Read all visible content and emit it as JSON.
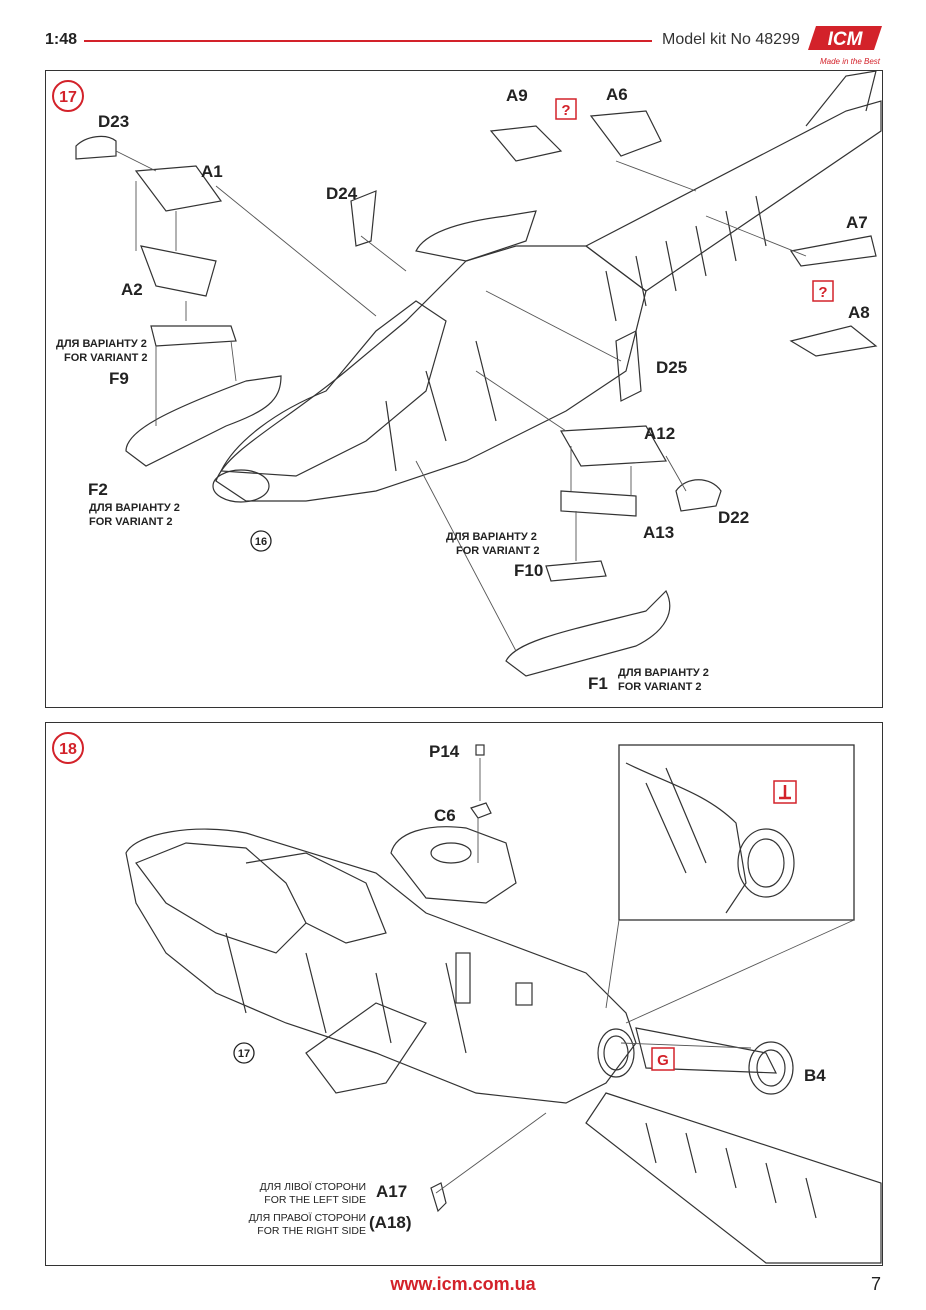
{
  "header": {
    "scale": "1:48",
    "kit_number": "Model kit No 48299",
    "logo_text": "ICM",
    "logo_tagline": "Made in the Best"
  },
  "steps": [
    {
      "number": "17",
      "ref_circle": "16",
      "labels": {
        "A9": "A9",
        "A6": "A6",
        "D23": "D23",
        "A1": "A1",
        "D24": "D24",
        "A2": "A2",
        "A7": "A7",
        "A8": "A8",
        "F9": "F9",
        "D25": "D25",
        "A12": "A12",
        "F2": "F2",
        "D22": "D22",
        "A13": "A13",
        "F10": "F10",
        "F1": "F1"
      },
      "question_mark": "?",
      "variant_ua": "ДЛЯ ВАРІАНТУ 2",
      "variant_en": "FOR VARIANT 2"
    },
    {
      "number": "18",
      "ref_circle": "17",
      "labels": {
        "P14": "P14",
        "C6": "C6",
        "B4": "B4",
        "A17": "A17",
        "A18": "(A18)"
      },
      "paint_code": "G",
      "left_ua": "ДЛЯ ЛІВОЇ СТОРОНИ",
      "left_en": "FOR THE LEFT SIDE",
      "right_ua": "ДЛЯ ПРАВОЇ СТОРОНИ",
      "right_en": "FOR THE RIGHT SIDE"
    }
  ],
  "footer": {
    "url": "www.icm.com.ua",
    "page": "7"
  },
  "colors": {
    "accent": "#d3222a",
    "line": "#333333"
  }
}
